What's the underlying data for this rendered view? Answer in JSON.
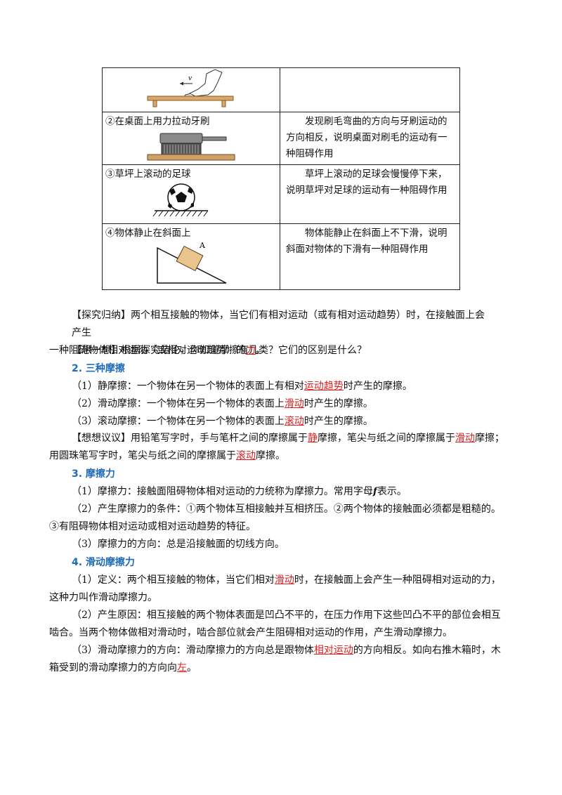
{
  "table": {
    "rows": [
      {
        "title": "",
        "desc": ""
      },
      {
        "title": "②在桌面上用力拉动牙刷",
        "desc": "发现刷毛弯曲的方向与牙刷运动的方向相反，说明桌面对刷毛的运动有一种阻碍作用"
      },
      {
        "title": "③草坪上滚动的足球",
        "desc": "草坪上滚动的足球会慢慢停下来，说明草坪对足球的运动有一种阻碍作用"
      },
      {
        "title": "④物体静止在斜面上",
        "desc": "物体能静止在斜面上不下滑，说明斜面对物体的下滑有一种阻碍作用"
      }
    ],
    "v_label": "v",
    "a_label": "A"
  },
  "summary": {
    "p1_pre": "【探究归纳】两个相互接触的物体，当它们有相对运动（或有相对运动趋势）时，在接触面上会产生",
    "p1_line2": "一种阻碍物体相对运动（或相对运动趋势）的",
    "p1_ans": "力",
    "p1_end": "。",
    "think": "【想一想】根据探究结论，你知道摩擦有几类？它们的区别是什么？"
  },
  "sec2": {
    "heading": "2. 三种摩擦",
    "i1_pre": "（1）静摩擦：一个物体在另一个物体的表面上有相对",
    "i1_ans": "运动趋势",
    "i1_post": "时产生的摩擦。",
    "i2_pre": "（2）滑动摩擦：一个物体在另一个物体的表面上",
    "i2_ans": "滑动",
    "i2_post": "时产生的摩擦。",
    "i3_pre": "（3）滚动摩擦：一个物体在另一个物体的表面上",
    "i3_ans": "滚动",
    "i3_post": "时产生的摩擦。",
    "d_pre": "【想想议议】用铅笔写字时，手与笔杆之间的摩擦属于",
    "d_ans1": "静",
    "d_mid": "摩擦，笔尖与纸之间的摩擦属于",
    "d_ans2": "滑动",
    "d_post": "摩擦；",
    "d_line2": "用圆珠笔写字时，笔尖与纸之间的摩擦属于",
    "d_ans3": "滚动",
    "d_end": "摩擦。"
  },
  "sec3": {
    "heading": "3. 摩擦力",
    "i1_pre": "（1）摩擦力：接触面阻碍物体相对运动的力统称为摩擦力。常用字母",
    "i1_f": "f",
    "i1_post": "表示。",
    "i2": "（2）产生摩擦力的条件：①两个物体互相接触并互相挤压。②两个物体的接触面必须都是粗糙的。",
    "i2_line2": "③有阻碍物体相对运动或相对运动趋势的特征。",
    "i3": "（3）摩擦力的方向：总是沿接触面的切线方向。"
  },
  "sec4": {
    "heading": "4. 滑动摩擦力",
    "i1_pre": "（1）定义：两个相互接触的物体，当它们相对",
    "i1_ans": "滑动",
    "i1_post": "时，在接触面上会产生一种阻碍相对运动的力，",
    "i1_line2": "这种力叫作滑动摩擦力。",
    "i2": "（2）产生原因：相互接触的两个物体表面是凹凸不平的，在压力作用下这些凹凸不平的部位会相互",
    "i2_line2": "啮合。当两个物体做相对滑动时，啮合部位就会产生阻碍相对运动的作用，产生滑动摩擦力。",
    "i3_pre": "（3）滑动摩擦力的方向：滑动摩擦力的方向总是跟物体",
    "i3_ans": "相对运动",
    "i3_post": "的方向相反。如向右推木箱时，木",
    "i3_line2": "箱受到的滑动摩擦力的方向向",
    "i3_ans2": "左",
    "i3_end": "。"
  }
}
